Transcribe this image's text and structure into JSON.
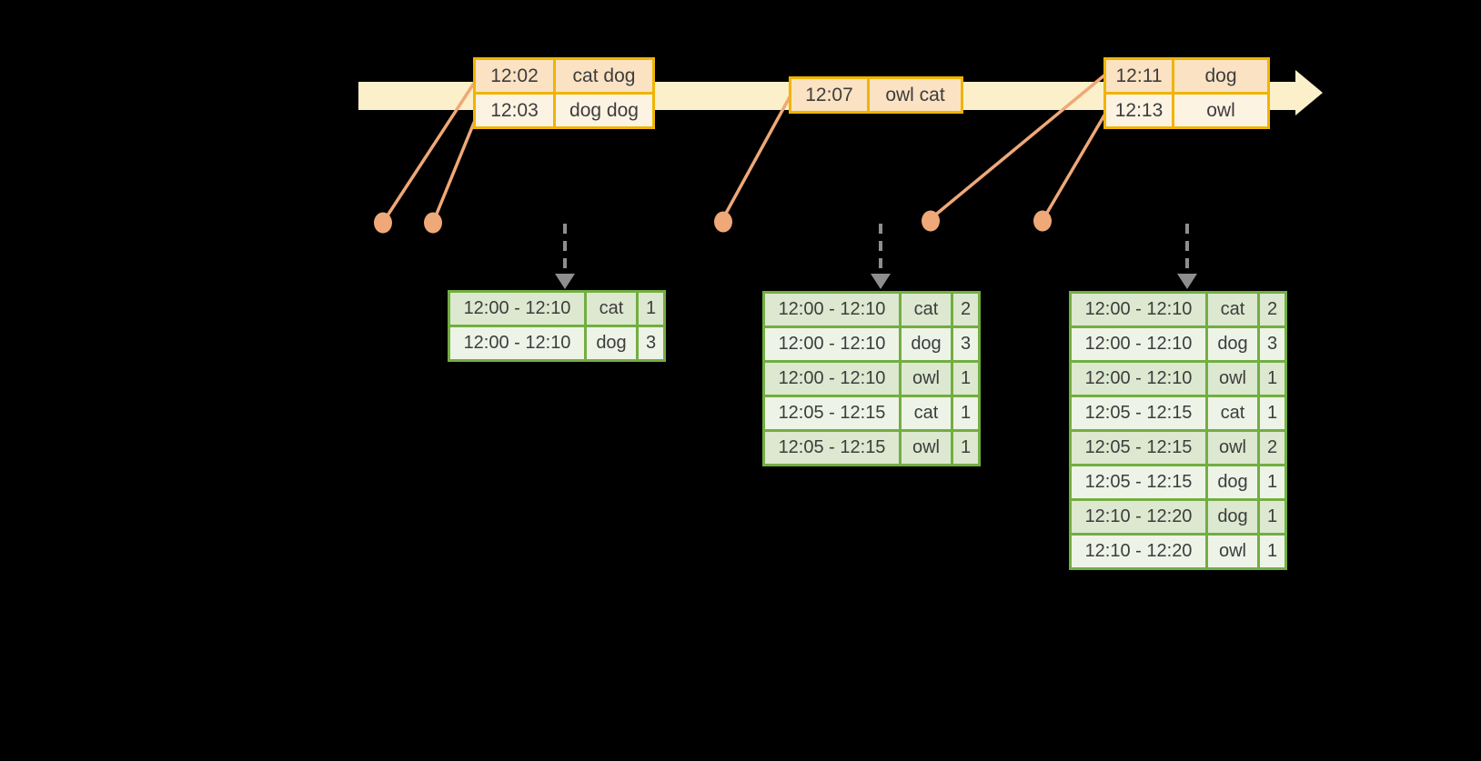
{
  "palette": {
    "background": "#000000",
    "timeline_fill": "#fbf0c9",
    "event_table_border": "#f0b402",
    "event_row_dark": "#fae2c3",
    "event_row_light": "#fdf3e3",
    "result_table_border": "#72ae41",
    "result_row_dark": "#dce8d0",
    "result_row_light": "#eef3e7",
    "connector_orange": "#efa877",
    "trigger_arrow_gray": "#8e8e8e",
    "text": "#3d3d3d"
  },
  "icons": {
    "timeline_arrow": "right-arrow",
    "trigger_arrow": "dashed-down-arrow",
    "event_marker": "dot"
  },
  "event_tables": [
    {
      "rows": [
        [
          "12:02",
          "cat dog"
        ],
        [
          "12:03",
          "dog dog"
        ]
      ]
    },
    {
      "rows": [
        [
          "12:07",
          "owl cat"
        ]
      ]
    },
    {
      "rows": [
        [
          "12:11",
          "dog"
        ],
        [
          "12:13",
          "owl"
        ]
      ]
    }
  ],
  "result_tables": [
    {
      "rows": [
        [
          "12:00 - 12:10",
          "cat",
          "1"
        ],
        [
          "12:00 - 12:10",
          "dog",
          "3"
        ]
      ]
    },
    {
      "rows": [
        [
          "12:00 - 12:10",
          "cat",
          "2"
        ],
        [
          "12:00 - 12:10",
          "dog",
          "3"
        ],
        [
          "12:00 - 12:10",
          "owl",
          "1"
        ],
        [
          "12:05 - 12:15",
          "cat",
          "1"
        ],
        [
          "12:05 - 12:15",
          "owl",
          "1"
        ]
      ]
    },
    {
      "rows": [
        [
          "12:00 - 12:10",
          "cat",
          "2"
        ],
        [
          "12:00 - 12:10",
          "dog",
          "3"
        ],
        [
          "12:00 - 12:10",
          "owl",
          "1"
        ],
        [
          "12:05 - 12:15",
          "cat",
          "1"
        ],
        [
          "12:05 - 12:15",
          "owl",
          "2"
        ],
        [
          "12:05 - 12:15",
          "dog",
          "1"
        ],
        [
          "12:10 - 12:20",
          "dog",
          "1"
        ],
        [
          "12:10 - 12:20",
          "owl",
          "1"
        ]
      ]
    }
  ]
}
